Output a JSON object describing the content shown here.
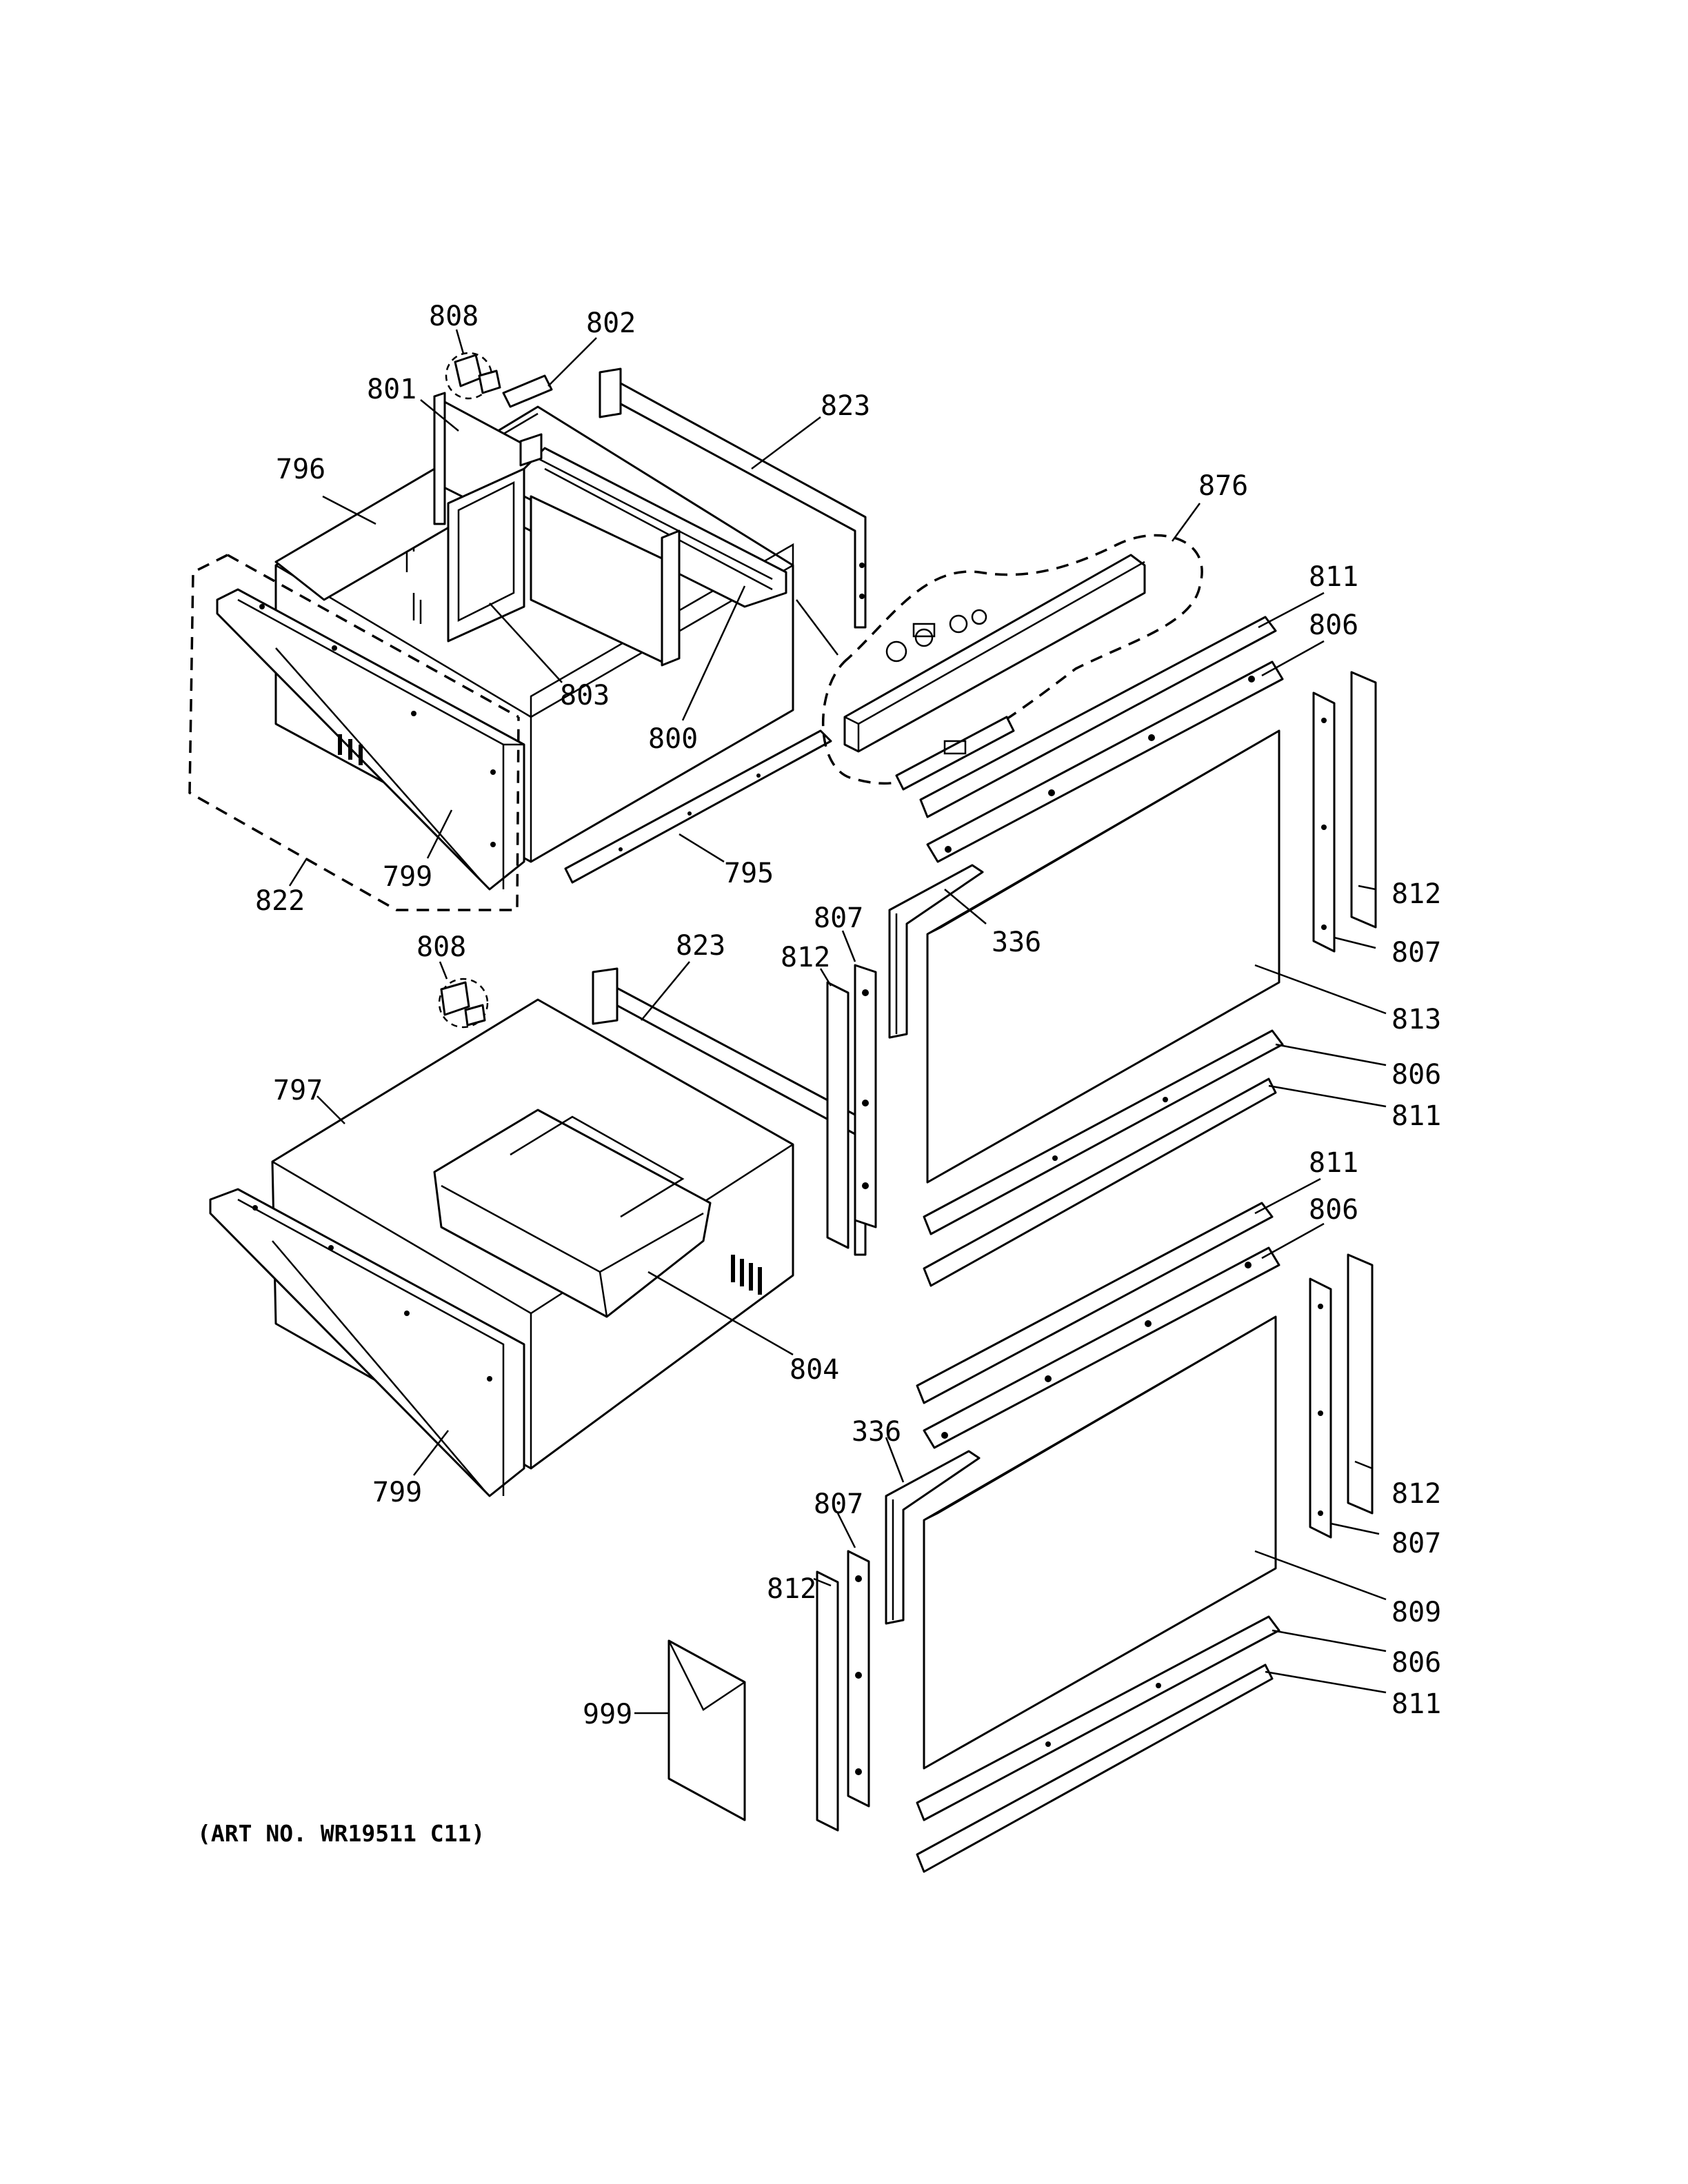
{
  "art_number": "(ART NO. WR19511 C11)",
  "callouts": [
    {
      "id": "808a",
      "text": "808"
    },
    {
      "id": "802",
      "text": "802"
    },
    {
      "id": "801",
      "text": "801"
    },
    {
      "id": "823a",
      "text": "823"
    },
    {
      "id": "796",
      "text": "796"
    },
    {
      "id": "876",
      "text": "876"
    },
    {
      "id": "811a",
      "text": "811"
    },
    {
      "id": "806a",
      "text": "806"
    },
    {
      "id": "803",
      "text": "803"
    },
    {
      "id": "800",
      "text": "800"
    },
    {
      "id": "812a",
      "text": "812"
    },
    {
      "id": "799a",
      "text": "799"
    },
    {
      "id": "795",
      "text": "795"
    },
    {
      "id": "822",
      "text": "822"
    },
    {
      "id": "807a",
      "text": "807"
    },
    {
      "id": "336a",
      "text": "336"
    },
    {
      "id": "807b",
      "text": "807"
    },
    {
      "id": "808b",
      "text": "808"
    },
    {
      "id": "823b",
      "text": "823"
    },
    {
      "id": "812b",
      "text": "812"
    },
    {
      "id": "813",
      "text": "813"
    },
    {
      "id": "797",
      "text": "797"
    },
    {
      "id": "806b",
      "text": "806"
    },
    {
      "id": "811b",
      "text": "811"
    },
    {
      "id": "811c",
      "text": "811"
    },
    {
      "id": "806c",
      "text": "806"
    },
    {
      "id": "804",
      "text": "804"
    },
    {
      "id": "799b",
      "text": "799"
    },
    {
      "id": "336b",
      "text": "336"
    },
    {
      "id": "812c",
      "text": "812"
    },
    {
      "id": "807c",
      "text": "807"
    },
    {
      "id": "807d",
      "text": "807"
    },
    {
      "id": "812d",
      "text": "812"
    },
    {
      "id": "809",
      "text": "809"
    },
    {
      "id": "999",
      "text": "999"
    },
    {
      "id": "806d",
      "text": "806"
    },
    {
      "id": "811d",
      "text": "811"
    }
  ]
}
